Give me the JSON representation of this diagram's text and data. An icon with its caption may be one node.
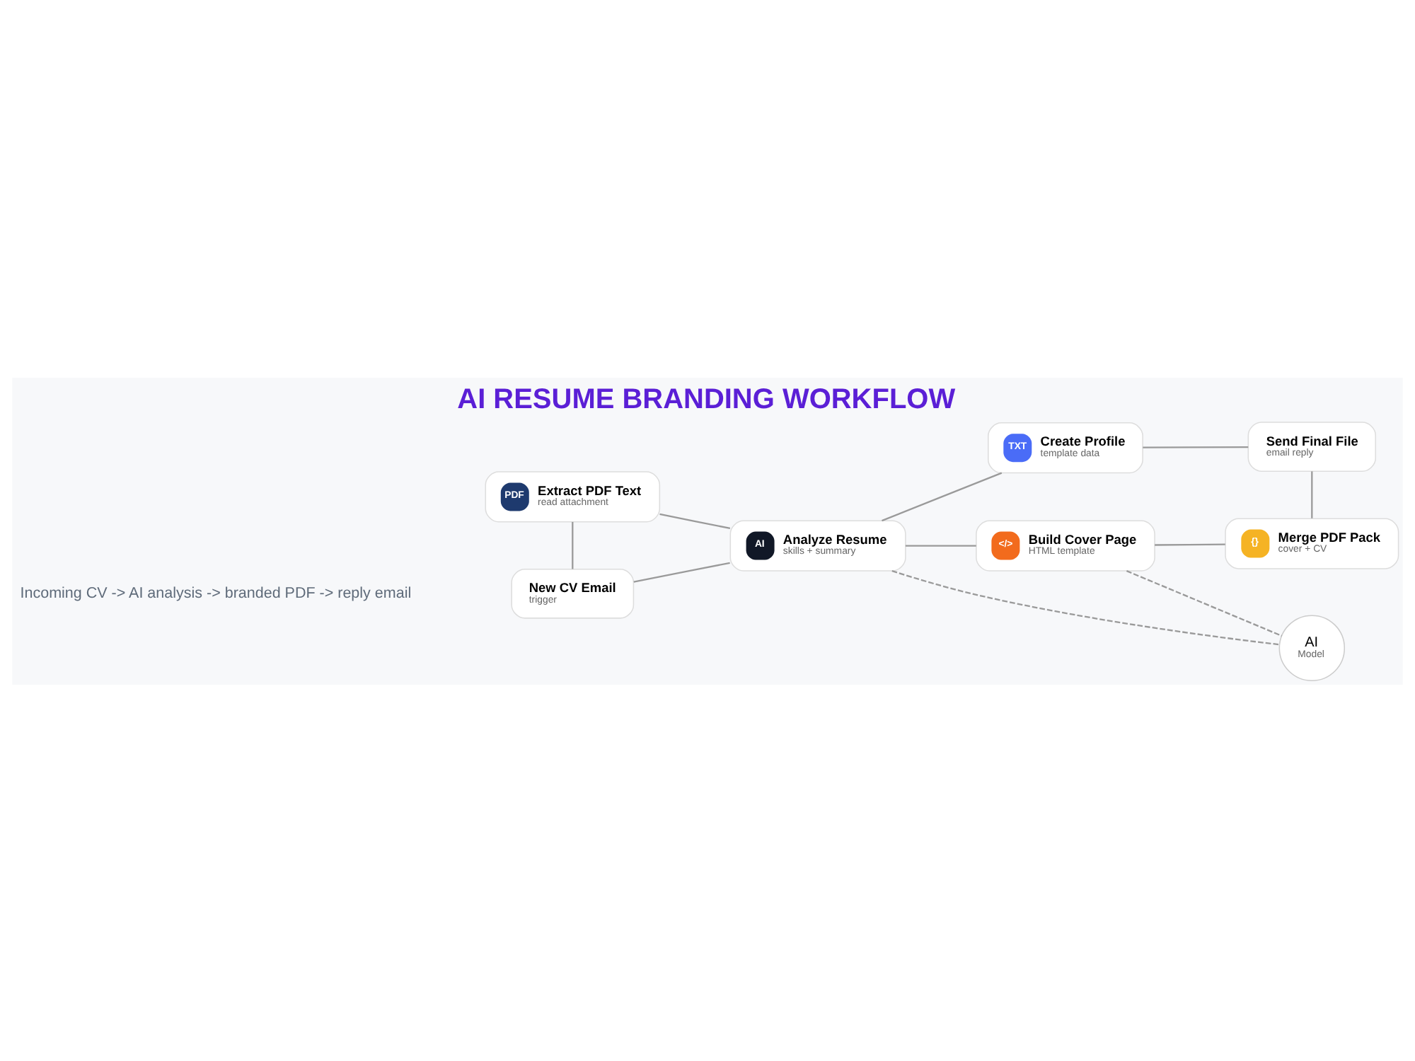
{
  "diagram": {
    "title": "AI RESUME BRANDING WORKFLOW",
    "nodes": [
      {
        "text": [
          "New CV Email",
          "trigger"
        ]
      },
      {
        "text": [
          "PDF",
          "Extract PDF Text",
          "read attachment"
        ]
      },
      {
        "text": [
          "AI",
          "Analyze Resume",
          "skills + summary"
        ]
      },
      {
        "text": [
          "TXT",
          "Create Profile",
          "template data"
        ]
      },
      {
        "text": [
          "</>",
          "Build Cover Page",
          "HTML template"
        ]
      },
      {
        "text": [
          "Send Final File",
          "email reply"
        ]
      },
      {
        "text": [
          "{}",
          "Merge PDF Pack",
          "cover + CV"
        ]
      },
      {
        "text": [
          "AI",
          "Model"
        ]
      }
    ],
    "edges": [
      {
        "from": 0,
        "to": 1,
        "arrow": "none"
      },
      {
        "from": 0,
        "to": 2,
        "arrow": "none"
      },
      {
        "from": 1,
        "to": 2,
        "arrow": "none"
      },
      {
        "from": 2,
        "to": 3,
        "arrow": "none"
      },
      {
        "from": 2,
        "to": 4,
        "arrow": "none"
      },
      {
        "from": 3,
        "to": 5,
        "arrow": "none"
      },
      {
        "from": 4,
        "to": 6,
        "arrow": "none"
      },
      {
        "from": 6,
        "to": 5,
        "arrow": "none"
      },
      {
        "from": 2,
        "to": 7,
        "arrow": "none",
        "style": "dashed"
      },
      {
        "from": 4,
        "to": 7,
        "arrow": "none",
        "style": "dashed"
      }
    ],
    "labels": [
      "Incoming CV -> AI analysis -> branded PDF -> reply email"
    ]
  }
}
